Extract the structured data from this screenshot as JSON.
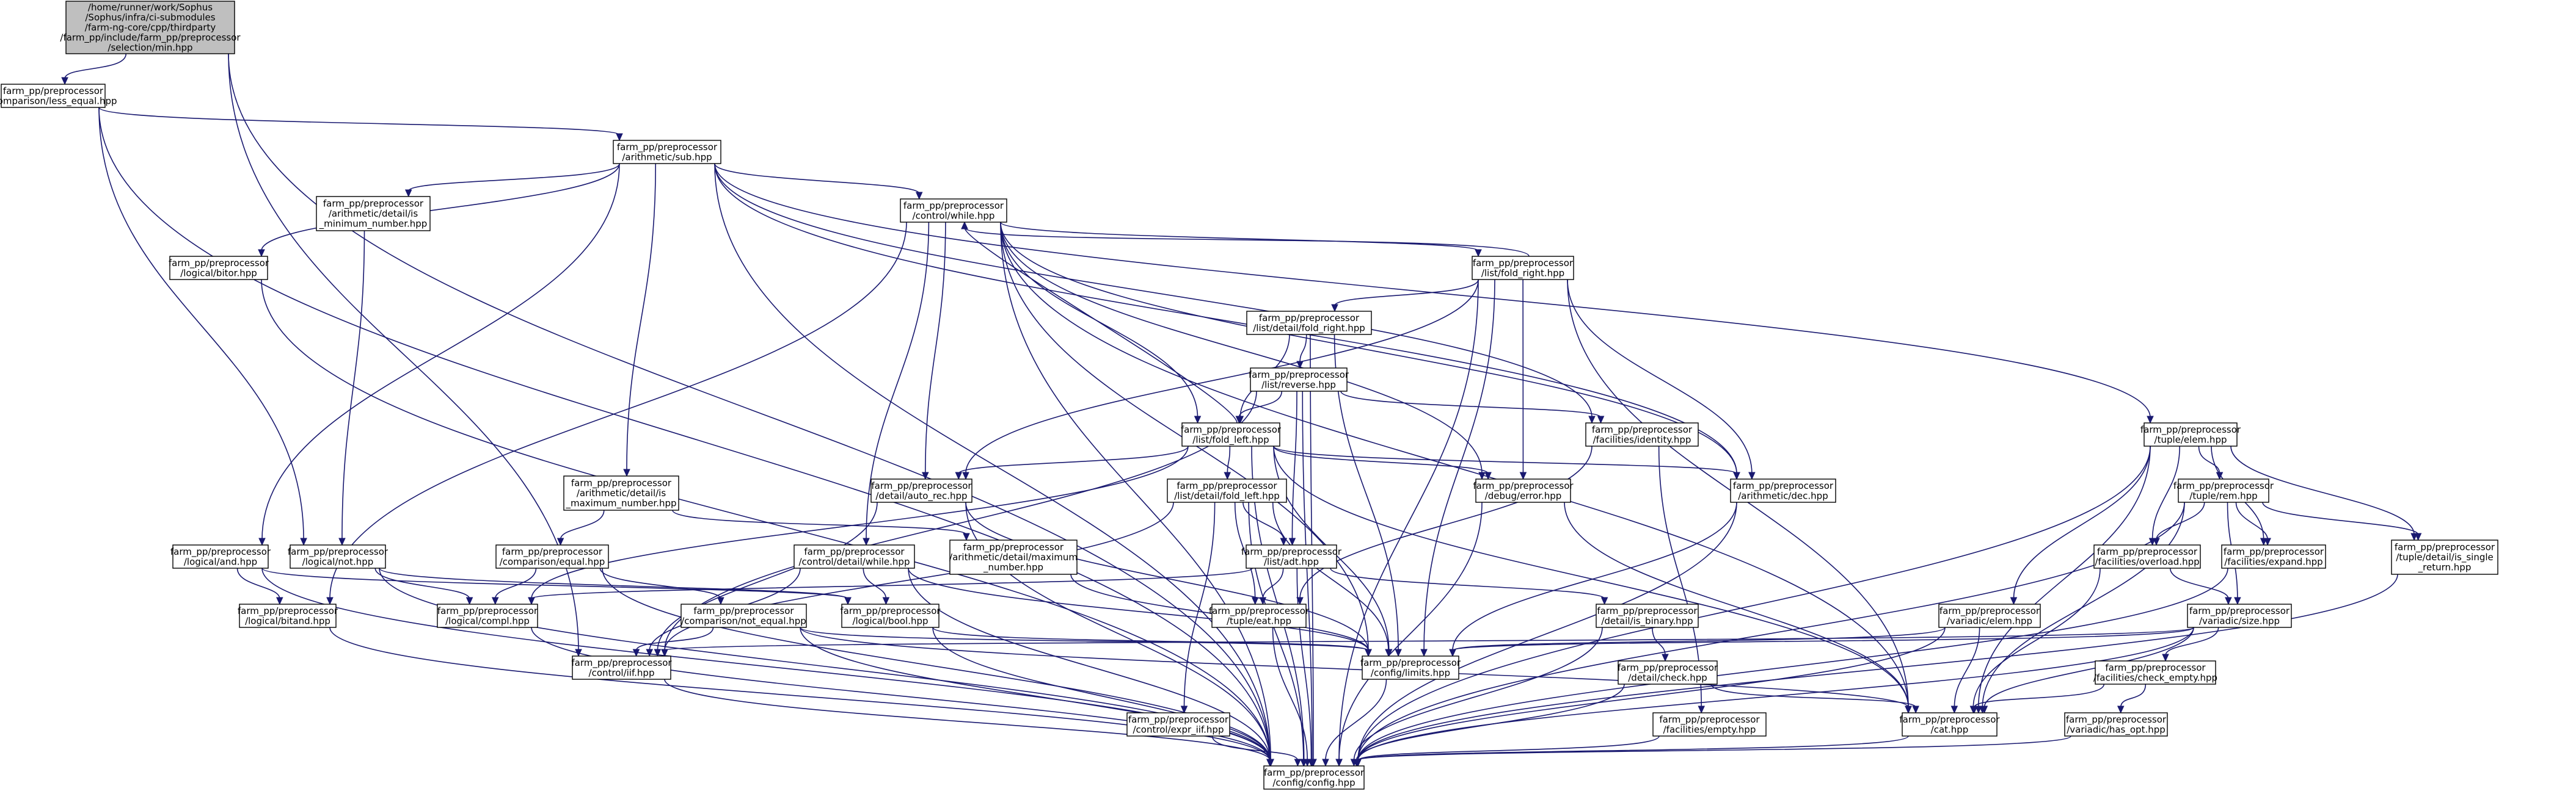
{
  "graph": {
    "nodes": [
      {
        "id": "root",
        "root": true,
        "lines": [
          "/home/runner/work/Sophus",
          "/Sophus/infra/ci-submodules",
          "/farm-ng-core/cpp/thirdparty",
          "/farm_pp/include/farm_pp/preprocessor",
          "/selection/min.hpp"
        ]
      },
      {
        "id": "less_equal",
        "lines": [
          "farm_pp/preprocessor",
          "/comparison/less_equal.hpp"
        ]
      },
      {
        "id": "sub",
        "lines": [
          "farm_pp/preprocessor",
          "/arithmetic/sub.hpp"
        ]
      },
      {
        "id": "while",
        "lines": [
          "farm_pp/preprocessor",
          "/control/while.hpp"
        ]
      },
      {
        "id": "fold_right",
        "lines": [
          "farm_pp/preprocessor",
          "/list/fold_right.hpp"
        ]
      },
      {
        "id": "min_number",
        "lines": [
          "farm_pp/preprocessor",
          "/arithmetic/detail/is",
          "_minimum_number.hpp"
        ]
      },
      {
        "id": "bitor",
        "lines": [
          "farm_pp/preprocessor",
          "/logical/bitor.hpp"
        ]
      },
      {
        "id": "detail_fold_right",
        "lines": [
          "farm_pp/preprocessor",
          "/list/detail/fold_right.hpp"
        ]
      },
      {
        "id": "reverse",
        "lines": [
          "farm_pp/preprocessor",
          "/list/reverse.hpp"
        ]
      },
      {
        "id": "fold_left",
        "lines": [
          "farm_pp/preprocessor",
          "/list/fold_left.hpp"
        ]
      },
      {
        "id": "identity",
        "lines": [
          "farm_pp/preprocessor",
          "/facilities/identity.hpp"
        ]
      },
      {
        "id": "tuple_elem",
        "lines": [
          "farm_pp/preprocessor",
          "/tuple/elem.hpp"
        ]
      },
      {
        "id": "max_number",
        "lines": [
          "farm_pp/preprocessor",
          "/arithmetic/detail/is",
          "_maximum_number.hpp"
        ]
      },
      {
        "id": "auto_rec",
        "lines": [
          "farm_pp/preprocessor",
          "/detail/auto_rec.hpp"
        ]
      },
      {
        "id": "detail_fold_left",
        "lines": [
          "farm_pp/preprocessor",
          "/list/detail/fold_left.hpp"
        ]
      },
      {
        "id": "error",
        "lines": [
          "farm_pp/preprocessor",
          "/debug/error.hpp"
        ]
      },
      {
        "id": "dec",
        "lines": [
          "farm_pp/preprocessor",
          "/arithmetic/dec.hpp"
        ]
      },
      {
        "id": "tuple_rem",
        "lines": [
          "farm_pp/preprocessor",
          "/tuple/rem.hpp"
        ]
      },
      {
        "id": "and",
        "lines": [
          "farm_pp/preprocessor",
          "/logical/and.hpp"
        ]
      },
      {
        "id": "not",
        "lines": [
          "farm_pp/preprocessor",
          "/logical/not.hpp"
        ]
      },
      {
        "id": "equal",
        "lines": [
          "farm_pp/preprocessor",
          "/comparison/equal.hpp"
        ]
      },
      {
        "id": "detail_while",
        "lines": [
          "farm_pp/preprocessor",
          "/control/detail/while.hpp"
        ]
      },
      {
        "id": "maximum_number",
        "lines": [
          "farm_pp/preprocessor",
          "/arithmetic/detail/maximum",
          "_number.hpp"
        ]
      },
      {
        "id": "adt",
        "lines": [
          "farm_pp/preprocessor",
          "/list/adt.hpp"
        ]
      },
      {
        "id": "overload",
        "lines": [
          "farm_pp/preprocessor",
          "/facilities/overload.hpp"
        ]
      },
      {
        "id": "expand",
        "lines": [
          "farm_pp/preprocessor",
          "/facilities/expand.hpp"
        ]
      },
      {
        "id": "is_single_return",
        "lines": [
          "farm_pp/preprocessor",
          "/tuple/detail/is_single",
          "_return.hpp"
        ]
      },
      {
        "id": "bitand",
        "lines": [
          "farm_pp/preprocessor",
          "/logical/bitand.hpp"
        ]
      },
      {
        "id": "compl",
        "lines": [
          "farm_pp/preprocessor",
          "/logical/compl.hpp"
        ]
      },
      {
        "id": "not_equal",
        "lines": [
          "farm_pp/preprocessor",
          "/comparison/not_equal.hpp"
        ]
      },
      {
        "id": "bool",
        "lines": [
          "farm_pp/preprocessor",
          "/logical/bool.hpp"
        ]
      },
      {
        "id": "tuple_eat",
        "lines": [
          "farm_pp/preprocessor",
          "/tuple/eat.hpp"
        ]
      },
      {
        "id": "is_binary",
        "lines": [
          "farm_pp/preprocessor",
          "/detail/is_binary.hpp"
        ]
      },
      {
        "id": "variadic_elem",
        "lines": [
          "farm_pp/preprocessor",
          "/variadic/elem.hpp"
        ]
      },
      {
        "id": "variadic_size",
        "lines": [
          "farm_pp/preprocessor",
          "/variadic/size.hpp"
        ]
      },
      {
        "id": "iif",
        "lines": [
          "farm_pp/preprocessor",
          "/control/iif.hpp"
        ]
      },
      {
        "id": "limits",
        "lines": [
          "farm_pp/preprocessor",
          "/config/limits.hpp"
        ]
      },
      {
        "id": "check",
        "lines": [
          "farm_pp/preprocessor",
          "/detail/check.hpp"
        ]
      },
      {
        "id": "check_empty",
        "lines": [
          "farm_pp/preprocessor",
          "/facilities/check_empty.hpp"
        ]
      },
      {
        "id": "expr_iif",
        "lines": [
          "farm_pp/preprocessor",
          "/control/expr_iif.hpp"
        ]
      },
      {
        "id": "empty",
        "lines": [
          "farm_pp/preprocessor",
          "/facilities/empty.hpp"
        ]
      },
      {
        "id": "cat",
        "lines": [
          "farm_pp/preprocessor",
          "/cat.hpp"
        ]
      },
      {
        "id": "has_opt",
        "lines": [
          "farm_pp/preprocessor",
          "/variadic/has_opt.hpp"
        ]
      },
      {
        "id": "config",
        "lines": [
          "farm_pp/preprocessor",
          "/config/config.hpp"
        ]
      }
    ],
    "edges": [
      [
        "root",
        "less_equal"
      ],
      [
        "root",
        "iif"
      ],
      [
        "root",
        "config"
      ],
      [
        "less_equal",
        "sub"
      ],
      [
        "less_equal",
        "not"
      ],
      [
        "less_equal",
        "config"
      ],
      [
        "sub",
        "while"
      ],
      [
        "sub",
        "min_number"
      ],
      [
        "sub",
        "bitor"
      ],
      [
        "sub",
        "max_number"
      ],
      [
        "sub",
        "and"
      ],
      [
        "sub",
        "identity"
      ],
      [
        "sub",
        "dec"
      ],
      [
        "sub",
        "tuple_elem"
      ],
      [
        "sub",
        "config"
      ],
      [
        "bitor",
        "config"
      ],
      [
        "min_number",
        "not"
      ],
      [
        "while",
        "fold_right"
      ],
      [
        "while",
        "fold_left"
      ],
      [
        "while",
        "auto_rec"
      ],
      [
        "while",
        "detail_while"
      ],
      [
        "while",
        "error"
      ],
      [
        "while",
        "dec"
      ],
      [
        "while",
        "cat"
      ],
      [
        "while",
        "limits"
      ],
      [
        "while",
        "bitand"
      ],
      [
        "while",
        "config"
      ],
      [
        "fold_right",
        "while"
      ],
      [
        "fold_right",
        "detail_fold_right"
      ],
      [
        "fold_right",
        "auto_rec"
      ],
      [
        "fold_right",
        "error"
      ],
      [
        "fold_right",
        "dec"
      ],
      [
        "fold_right",
        "limits"
      ],
      [
        "fold_right",
        "cat"
      ],
      [
        "fold_right",
        "config"
      ],
      [
        "detail_fold_right",
        "fold_left"
      ],
      [
        "detail_fold_right",
        "reverse"
      ],
      [
        "detail_fold_right",
        "limits"
      ],
      [
        "detail_fold_right",
        "config"
      ],
      [
        "reverse",
        "fold_left"
      ],
      [
        "reverse",
        "identity"
      ],
      [
        "reverse",
        "adt"
      ],
      [
        "reverse",
        "iif"
      ],
      [
        "reverse",
        "config"
      ],
      [
        "fold_left",
        "while"
      ],
      [
        "fold_left",
        "auto_rec"
      ],
      [
        "fold_left",
        "detail_fold_left"
      ],
      [
        "fold_left",
        "error"
      ],
      [
        "fold_left",
        "dec"
      ],
      [
        "fold_left",
        "limits"
      ],
      [
        "fold_left",
        "cat"
      ],
      [
        "fold_left",
        "config"
      ],
      [
        "fold_left",
        "compl"
      ],
      [
        "identity",
        "tuple_eat"
      ],
      [
        "identity",
        "empty"
      ],
      [
        "tuple_elem",
        "variadic_elem"
      ],
      [
        "tuple_elem",
        "tuple_rem"
      ],
      [
        "tuple_elem",
        "overload"
      ],
      [
        "tuple_elem",
        "expand"
      ],
      [
        "tuple_elem",
        "is_single_return"
      ],
      [
        "tuple_elem",
        "cat"
      ],
      [
        "tuple_elem",
        "config"
      ],
      [
        "max_number",
        "equal"
      ],
      [
        "max_number",
        "maximum_number"
      ],
      [
        "auto_rec",
        "iif"
      ],
      [
        "auto_rec",
        "limits"
      ],
      [
        "auto_rec",
        "config"
      ],
      [
        "detail_fold_left",
        "adt"
      ],
      [
        "detail_fold_left",
        "tuple_eat"
      ],
      [
        "detail_fold_left",
        "expr_iif"
      ],
      [
        "detail_fold_left",
        "limits"
      ],
      [
        "detail_fold_left",
        "iif"
      ],
      [
        "detail_fold_left",
        "config"
      ],
      [
        "error",
        "cat"
      ],
      [
        "error",
        "config"
      ],
      [
        "dec",
        "limits"
      ],
      [
        "dec",
        "config"
      ],
      [
        "tuple_rem",
        "overload"
      ],
      [
        "tuple_rem",
        "expand"
      ],
      [
        "tuple_rem",
        "is_single_return"
      ],
      [
        "tuple_rem",
        "variadic_size"
      ],
      [
        "tuple_rem",
        "cat"
      ],
      [
        "tuple_rem",
        "config"
      ],
      [
        "and",
        "bitand"
      ],
      [
        "and",
        "bool"
      ],
      [
        "and",
        "config"
      ],
      [
        "not",
        "compl"
      ],
      [
        "not",
        "bool"
      ],
      [
        "not",
        "config"
      ],
      [
        "equal",
        "compl"
      ],
      [
        "equal",
        "not_equal"
      ],
      [
        "equal",
        "config"
      ],
      [
        "detail_while",
        "bool"
      ],
      [
        "detail_while",
        "iif"
      ],
      [
        "detail_while",
        "limits"
      ],
      [
        "detail_while",
        "config"
      ],
      [
        "maximum_number",
        "limits"
      ],
      [
        "adt",
        "is_binary"
      ],
      [
        "adt",
        "compl"
      ],
      [
        "adt",
        "tuple_eat"
      ],
      [
        "adt",
        "config"
      ],
      [
        "overload",
        "variadic_size"
      ],
      [
        "overload",
        "cat"
      ],
      [
        "expand",
        "config"
      ],
      [
        "is_single_return",
        "config"
      ],
      [
        "bitand",
        "config"
      ],
      [
        "compl",
        "config"
      ],
      [
        "not_equal",
        "iif"
      ],
      [
        "not_equal",
        "cat"
      ],
      [
        "not_equal",
        "config"
      ],
      [
        "not_equal",
        "limits"
      ],
      [
        "bool",
        "limits"
      ],
      [
        "bool",
        "config"
      ],
      [
        "tuple_eat",
        "config"
      ],
      [
        "is_binary",
        "check"
      ],
      [
        "is_binary",
        "config"
      ],
      [
        "variadic_elem",
        "limits"
      ],
      [
        "variadic_elem",
        "cat"
      ],
      [
        "variadic_elem",
        "config"
      ],
      [
        "variadic_size",
        "check_empty"
      ],
      [
        "variadic_size",
        "limits"
      ],
      [
        "variadic_size",
        "iif"
      ],
      [
        "variadic_size",
        "cat"
      ],
      [
        "variadic_size",
        "config"
      ],
      [
        "iif",
        "config"
      ],
      [
        "limits",
        "config"
      ],
      [
        "check",
        "cat"
      ],
      [
        "check",
        "config"
      ],
      [
        "check_empty",
        "has_opt"
      ],
      [
        "check_empty",
        "cat"
      ],
      [
        "expr_iif",
        "config"
      ],
      [
        "empty",
        "config"
      ],
      [
        "cat",
        "config"
      ],
      [
        "has_opt",
        "config"
      ]
    ]
  }
}
